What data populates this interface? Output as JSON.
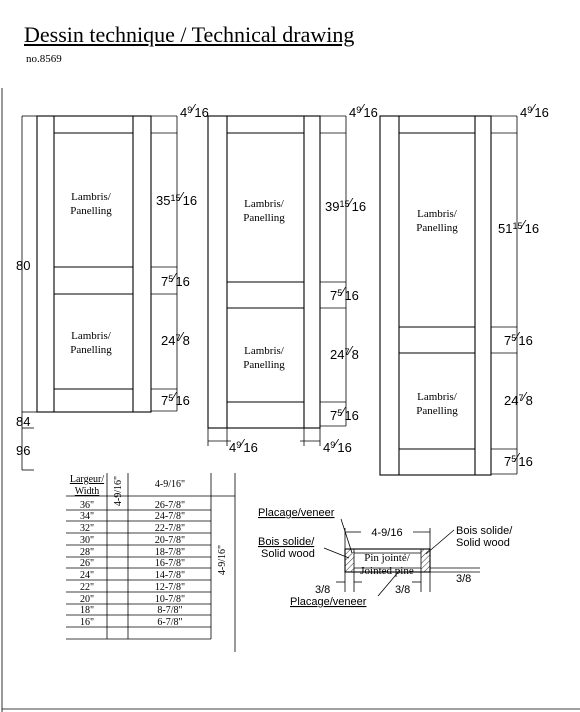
{
  "header": {
    "title": "Dessin technique / Technical drawing",
    "product_no": "no.8569"
  },
  "panel_label": [
    "Lambris/",
    "Panelling"
  ],
  "dims": {
    "top_rail": [
      "4",
      "9",
      "16"
    ],
    "d1_upper": [
      "35",
      "15",
      "16"
    ],
    "d1_mid": [
      "7",
      "5",
      "16"
    ],
    "d1_lower": [
      "24",
      "7",
      "8"
    ],
    "d1_bottom": [
      "7",
      "5",
      "16"
    ],
    "height_80": "80",
    "height_84": "84",
    "height_96": "96",
    "d2_upper": [
      "39",
      "15",
      "16"
    ],
    "d2_mid": [
      "7",
      "5",
      "16"
    ],
    "d2_lower": [
      "24",
      "7",
      "8"
    ],
    "d2_bottom": [
      "7",
      "5",
      "16"
    ],
    "stile_left": [
      "4",
      "9",
      "16"
    ],
    "stile_right": [
      "4",
      "9",
      "16"
    ],
    "d3_upper": [
      "51",
      "15",
      "16"
    ],
    "d3_mid": [
      "7",
      "5",
      "16"
    ],
    "d3_lower": [
      "24",
      "7",
      "8"
    ],
    "d3_bottom": [
      "7",
      "5",
      "16"
    ]
  },
  "table": {
    "header_col1": [
      "Largeur/",
      "Width"
    ],
    "header_rot": "4-9/16\"",
    "header_col3": "4-9/16\"",
    "side_rot": "4-9/16\"",
    "rows": [
      {
        "width": "36\"",
        "panel": "26-7/8\""
      },
      {
        "width": "34\"",
        "panel": "24-7/8\""
      },
      {
        "width": "32\"",
        "panel": "22-7/8\""
      },
      {
        "width": "30\"",
        "panel": "20-7/8\""
      },
      {
        "width": "28\"",
        "panel": "18-7/8\""
      },
      {
        "width": "26\"",
        "panel": "16-7/8\""
      },
      {
        "width": "24\"",
        "panel": "14-7/8\""
      },
      {
        "width": "22\"",
        "panel": "12-7/8\""
      },
      {
        "width": "20\"",
        "panel": "10-7/8\""
      },
      {
        "width": "18\"",
        "panel": "8-7/8\""
      },
      {
        "width": "16\"",
        "panel": "6-7/8\""
      }
    ]
  },
  "section": {
    "veneer_top": "Placage/veneer",
    "width": "4-9/16",
    "solid_left": [
      "Bois solide/",
      "Solid wood"
    ],
    "solid_right": [
      "Bois solide/",
      "Solid wood"
    ],
    "core": [
      "Pin jointé/",
      "Jointed pine"
    ],
    "dim_left": "3/8",
    "dim_mid": "3/8",
    "dim_right": "3/8",
    "veneer_bottom": "Placage/veneer"
  }
}
